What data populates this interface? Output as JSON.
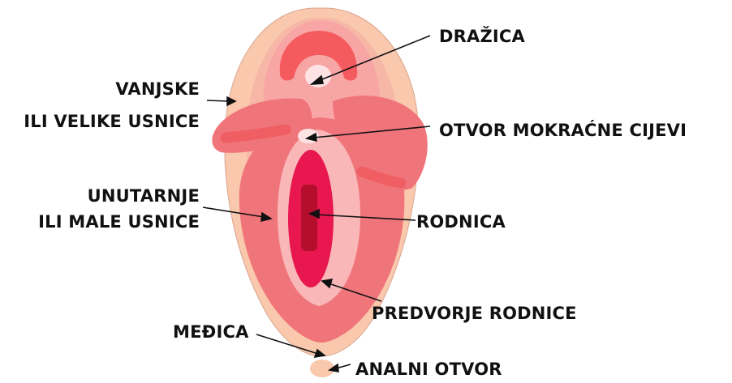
{
  "labels": {
    "clitoris": "DRAŽICA",
    "outer_labia_line1": "VANJSKE",
    "outer_labia_line2": "ILI VELIKE USNICE",
    "urethral_opening": "OTVOR MOKRAĆNE CIJEVI",
    "inner_labia_line1": "UNUTARNJE",
    "inner_labia_line2": "ILI MALE USNICE",
    "vagina": "RODNICA",
    "vestibule": "PREDVORJE RODNICE",
    "perineum": "MEĐICA",
    "anus": "ANALNI OTVOR"
  },
  "colors": {
    "outer_skin": "#f9c8ad",
    "outer_inner_band": "#f5a79a",
    "labia": "#f0757a",
    "labia_dark": "#ee5e62",
    "vestibule": "#f9b7b8",
    "vagina": "#e8174f",
    "vagina_core": "#b50d2c",
    "clitoris_hood": "#f45a5e",
    "urethra": "#fde3e3",
    "line": "#111111"
  }
}
